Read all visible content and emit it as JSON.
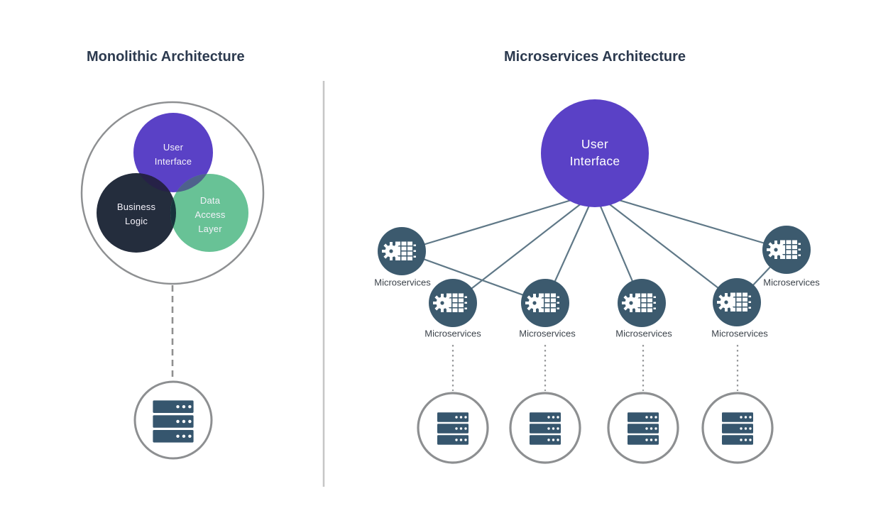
{
  "titles": {
    "left": "Monolithic Architecture",
    "right": "Microservices Architecture"
  },
  "monolith": {
    "layers": [
      {
        "id": "user-interface",
        "label": "User\nInterface",
        "color": "#5a41c6"
      },
      {
        "id": "business-logic",
        "label": "Business\nLogic",
        "color": "#242d3d"
      },
      {
        "id": "data-access-layer",
        "label": "Data\nAccess\nLayer",
        "color": "#68c296"
      }
    ],
    "database_icon": "server-stack-icon",
    "database_count": 1
  },
  "microservices": {
    "hub": {
      "label": "User\nInterface",
      "color": "#5a41c6"
    },
    "nodes": [
      {
        "label": "Microservices"
      },
      {
        "label": "Microservices"
      },
      {
        "label": "Microservices"
      },
      {
        "label": "Microservices"
      },
      {
        "label": "Microservices"
      },
      {
        "label": "Microservices"
      }
    ],
    "database_icon": "server-stack-icon",
    "database_count": 4
  },
  "colors": {
    "hub_purple": "#5a41c6",
    "node_slate": "#3c5a6e",
    "db_slate": "#36566e",
    "edge_line": "#5f7887",
    "outline_gray": "#8e9092",
    "divider_gray": "#c6c6c6",
    "title_text": "#2c3a4f",
    "label_text": "#3c434b",
    "overlap_ui_bl": "#262147",
    "overlap_ui_dal": "#4e618c",
    "overlap_bl_dal": "#17333c",
    "overlap_center": "#0e1826"
  }
}
